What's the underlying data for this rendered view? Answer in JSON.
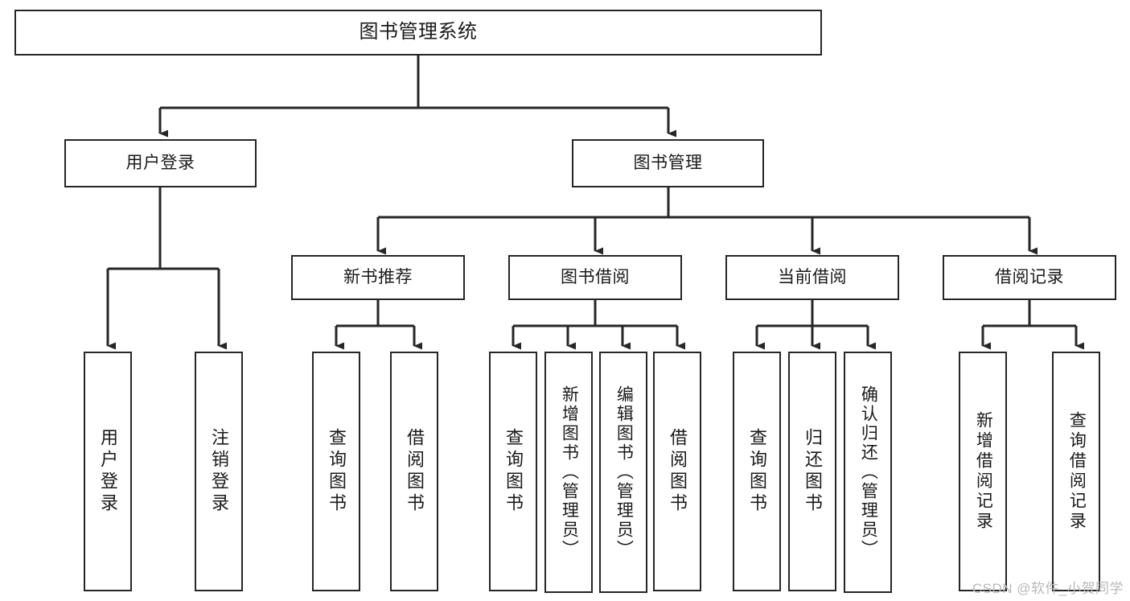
{
  "diagram": {
    "type": "hierarchy-tree",
    "title": "图书管理系统",
    "orientation": "top-down",
    "levels": 4,
    "colors": {
      "stroke": "#262626",
      "fill": "#ffffff",
      "text": "#1a1a1a",
      "watermark": "#b9b9b9"
    },
    "nodes": {
      "root": {
        "label": "图书管理系统",
        "level": 1,
        "orientation": "horizontal"
      },
      "l2_user_login": {
        "label": "用户登录",
        "level": 2,
        "orientation": "horizontal"
      },
      "l2_book_mgmt": {
        "label": "图书管理",
        "level": 2,
        "orientation": "horizontal"
      },
      "l3_new_book_rec": {
        "label": "新书推荐",
        "level": 3,
        "orientation": "horizontal"
      },
      "l3_book_borrow": {
        "label": "图书借阅",
        "level": 3,
        "orientation": "horizontal"
      },
      "l3_current_borrow": {
        "label": "当前借阅",
        "level": 3,
        "orientation": "horizontal"
      },
      "l3_borrow_record": {
        "label": "借阅记录",
        "level": 3,
        "orientation": "horizontal"
      },
      "l4_user_login": {
        "label": "用户登录",
        "level": 4,
        "orientation": "vertical"
      },
      "l4_logout": {
        "label": "注销登录",
        "level": 4,
        "orientation": "vertical"
      },
      "l4_query_book_a": {
        "label": "查询图书",
        "level": 4,
        "orientation": "vertical"
      },
      "l4_borrow_book_a": {
        "label": "借阅图书",
        "level": 4,
        "orientation": "vertical"
      },
      "l4_query_book_b": {
        "label": "查询图书",
        "level": 4,
        "orientation": "vertical"
      },
      "l4_add_book": {
        "label": "新增图书（管理员）",
        "level": 4,
        "orientation": "vertical"
      },
      "l4_edit_book": {
        "label": "编辑图书（管理员）",
        "level": 4,
        "orientation": "vertical"
      },
      "l4_borrow_book_b": {
        "label": "借阅图书",
        "level": 4,
        "orientation": "vertical"
      },
      "l4_query_book_c": {
        "label": "查询图书",
        "level": 4,
        "orientation": "vertical"
      },
      "l4_return_book": {
        "label": "归还图书",
        "level": 4,
        "orientation": "vertical"
      },
      "l4_confirm_return": {
        "label": "确认归还（管理员）",
        "level": 4,
        "orientation": "vertical"
      },
      "l4_add_record": {
        "label": "新增借阅记录",
        "level": 4,
        "orientation": "vertical"
      },
      "l4_query_record": {
        "label": "查询借阅记录",
        "level": 4,
        "orientation": "vertical"
      }
    },
    "edges": [
      {
        "from": "root",
        "to": "l2_user_login"
      },
      {
        "from": "root",
        "to": "l2_book_mgmt"
      },
      {
        "from": "l2_user_login",
        "to": "l4_user_login"
      },
      {
        "from": "l2_user_login",
        "to": "l4_logout"
      },
      {
        "from": "l2_book_mgmt",
        "to": "l3_new_book_rec"
      },
      {
        "from": "l2_book_mgmt",
        "to": "l3_book_borrow"
      },
      {
        "from": "l2_book_mgmt",
        "to": "l3_current_borrow"
      },
      {
        "from": "l2_book_mgmt",
        "to": "l3_borrow_record"
      },
      {
        "from": "l3_new_book_rec",
        "to": "l4_query_book_a"
      },
      {
        "from": "l3_new_book_rec",
        "to": "l4_borrow_book_a"
      },
      {
        "from": "l3_book_borrow",
        "to": "l4_query_book_b"
      },
      {
        "from": "l3_book_borrow",
        "to": "l4_add_book"
      },
      {
        "from": "l3_book_borrow",
        "to": "l4_edit_book"
      },
      {
        "from": "l3_book_borrow",
        "to": "l4_borrow_book_b"
      },
      {
        "from": "l3_current_borrow",
        "to": "l4_query_book_c"
      },
      {
        "from": "l3_current_borrow",
        "to": "l4_return_book"
      },
      {
        "from": "l3_current_borrow",
        "to": "l4_confirm_return"
      },
      {
        "from": "l3_borrow_record",
        "to": "l4_add_record"
      },
      {
        "from": "l3_borrow_record",
        "to": "l4_query_record"
      }
    ]
  },
  "watermark": {
    "text": "CSDN @软件_小贺同学"
  }
}
